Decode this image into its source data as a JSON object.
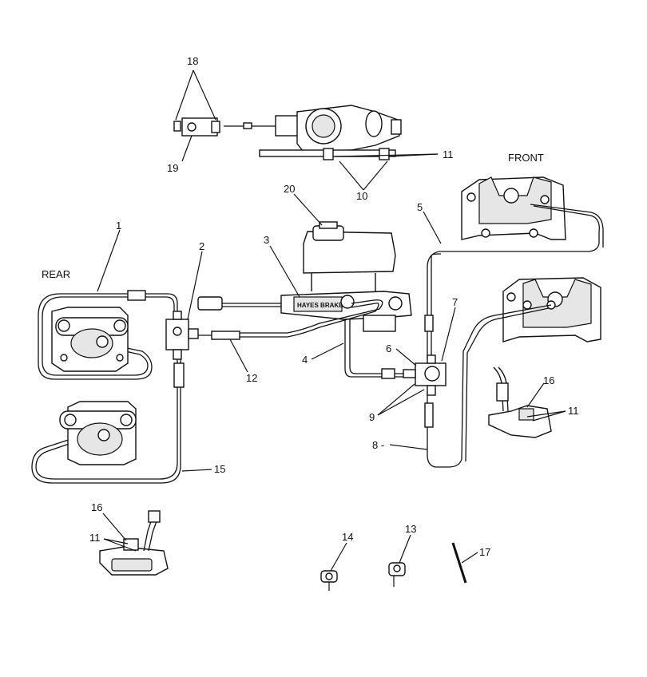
{
  "labels": {
    "l18": "18",
    "l19": "19",
    "l11a": "11",
    "l10": "10",
    "front": "FRONT",
    "l20": "20",
    "l5": "5",
    "l1": "1",
    "l2": "2",
    "l3": "3",
    "rear": "REAR",
    "l7": "7",
    "l6": "6",
    "l4": "4",
    "l12": "12",
    "l16a": "16",
    "l11b": "11",
    "l9": "9",
    "l8": "8 -",
    "l15": "15",
    "l16b": "16",
    "l11c": "11",
    "l14": "14",
    "l13": "13",
    "l17": "17"
  },
  "embedded_text": {
    "master_cylinder_brand": "HAYES BRAKE"
  }
}
